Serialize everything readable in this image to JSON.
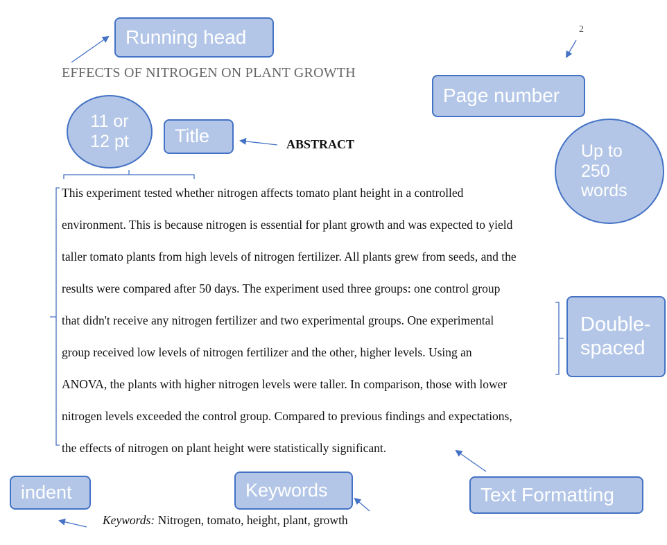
{
  "document": {
    "running_head": "EFFECTS OF NITROGEN ON PLANT GROWTH",
    "page_number": "2",
    "abstract_heading": "ABSTRACT",
    "abstract_lines": [
      "This experiment tested whether nitrogen affects tomato plant height in a controlled",
      "environment. This is because nitrogen is essential for plant growth and was expected to yield",
      "taller tomato plants from high levels of nitrogen fertilizer. All plants grew from seeds, and the",
      "results were compared after 50 days. The experiment used three groups: one control group",
      "that didn't receive any nitrogen fertilizer and two experimental groups. One experimental",
      "group received low levels of nitrogen fertilizer and the other, higher levels. Using an",
      "ANOVA, the plants with higher nitrogen levels were taller. In comparison, those with lower",
      "nitrogen levels exceeded the control group. Compared to previous findings and expectations,",
      "the effects of nitrogen on plant height were statistically significant."
    ],
    "keywords_label": "Keywords:",
    "keywords_value": " Nitrogen, tomato, height, plant, growth"
  },
  "callouts": {
    "running_head": "Running head",
    "page_number": "Page number",
    "font_size": "11 or\n12 pt",
    "title": "Title",
    "word_limit": "Up to\n250\nwords",
    "spacing": "Double-\nspaced",
    "indent": "indent",
    "keywords": "Keywords",
    "text_formatting": "Text Formatting"
  },
  "colors": {
    "callout_fill": "#b3c6e7",
    "callout_border": "#4472c4",
    "arrow": "#4472c4"
  }
}
